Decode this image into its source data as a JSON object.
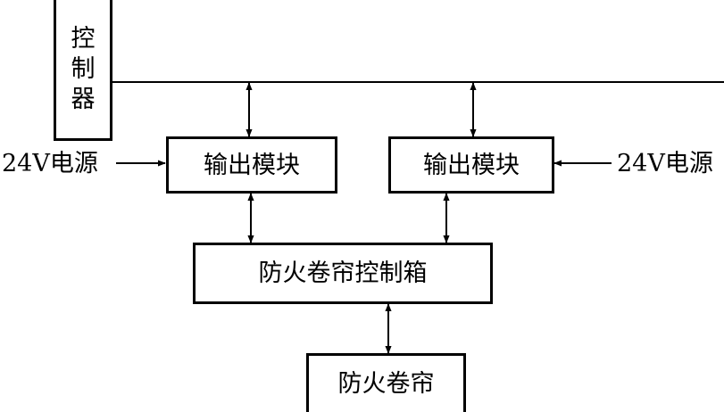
{
  "controller": {
    "label": "控制器"
  },
  "output_module_left": {
    "label": "输出模块"
  },
  "output_module_right": {
    "label": "输出模块"
  },
  "power_left": {
    "label": "24V电源"
  },
  "power_right": {
    "label": "24V电源"
  },
  "control_box": {
    "label": "防火卷帘控制箱"
  },
  "shutter": {
    "label": "防火卷帘"
  }
}
